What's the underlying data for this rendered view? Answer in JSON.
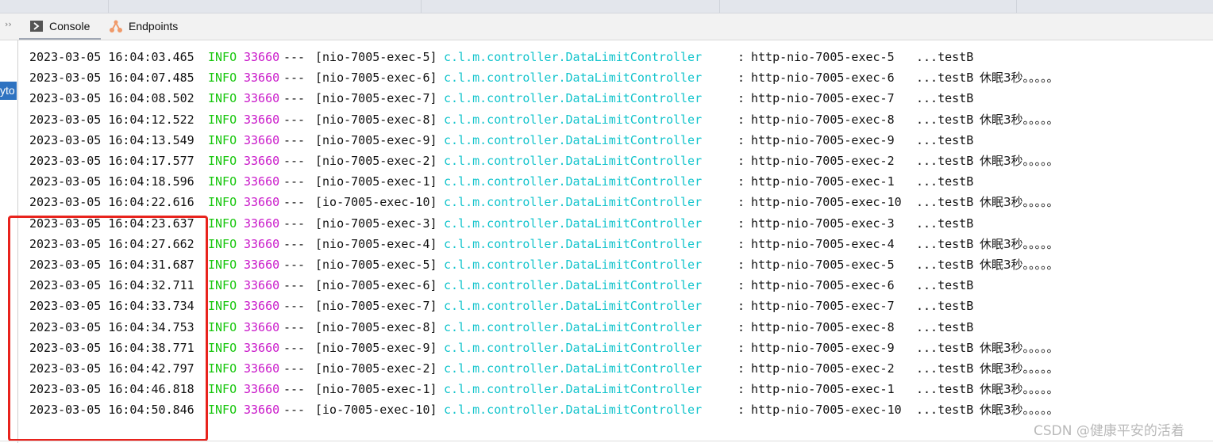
{
  "toolbar": {
    "tabs": [
      {
        "label": "Console",
        "icon": "console-icon"
      },
      {
        "label": "Endpoints",
        "icon": "endpoints-icon"
      }
    ],
    "overflow": "››"
  },
  "gutter": {
    "chip_text": "yto"
  },
  "colors": {
    "info": "#16c60c",
    "pid": "#c918c9",
    "logger": "#13c4cc",
    "highlight": "#e8231d"
  },
  "log": {
    "rows": [
      {
        "ts": "2023-03-05 16:04:03.465",
        "level": "INFO",
        "pid": "33660",
        "sep": "---",
        "thread": "[nio-7005-exec-5]",
        "logger": "c.l.m.controller.DataLimitController",
        "colon": ":",
        "http": "http-nio-7005-exec-5",
        "test": "...testB",
        "msg": ""
      },
      {
        "ts": "2023-03-05 16:04:07.485",
        "level": "INFO",
        "pid": "33660",
        "sep": "---",
        "thread": "[nio-7005-exec-6]",
        "logger": "c.l.m.controller.DataLimitController",
        "colon": ":",
        "http": "http-nio-7005-exec-6",
        "test": "...testB",
        "msg": "休眠3秒。。。。。"
      },
      {
        "ts": "2023-03-05 16:04:08.502",
        "level": "INFO",
        "pid": "33660",
        "sep": "---",
        "thread": "[nio-7005-exec-7]",
        "logger": "c.l.m.controller.DataLimitController",
        "colon": ":",
        "http": "http-nio-7005-exec-7",
        "test": "...testB",
        "msg": ""
      },
      {
        "ts": "2023-03-05 16:04:12.522",
        "level": "INFO",
        "pid": "33660",
        "sep": "---",
        "thread": "[nio-7005-exec-8]",
        "logger": "c.l.m.controller.DataLimitController",
        "colon": ":",
        "http": "http-nio-7005-exec-8",
        "test": "...testB",
        "msg": "休眠3秒。。。。。"
      },
      {
        "ts": "2023-03-05 16:04:13.549",
        "level": "INFO",
        "pid": "33660",
        "sep": "---",
        "thread": "[nio-7005-exec-9]",
        "logger": "c.l.m.controller.DataLimitController",
        "colon": ":",
        "http": "http-nio-7005-exec-9",
        "test": "...testB",
        "msg": ""
      },
      {
        "ts": "2023-03-05 16:04:17.577",
        "level": "INFO",
        "pid": "33660",
        "sep": "---",
        "thread": "[nio-7005-exec-2]",
        "logger": "c.l.m.controller.DataLimitController",
        "colon": ":",
        "http": "http-nio-7005-exec-2",
        "test": "...testB",
        "msg": "休眠3秒。。。。。"
      },
      {
        "ts": "2023-03-05 16:04:18.596",
        "level": "INFO",
        "pid": "33660",
        "sep": "---",
        "thread": "[nio-7005-exec-1]",
        "logger": "c.l.m.controller.DataLimitController",
        "colon": ":",
        "http": "http-nio-7005-exec-1",
        "test": "...testB",
        "msg": ""
      },
      {
        "ts": "2023-03-05 16:04:22.616",
        "level": "INFO",
        "pid": "33660",
        "sep": "---",
        "thread": "[io-7005-exec-10]",
        "logger": "c.l.m.controller.DataLimitController",
        "colon": ":",
        "http": "http-nio-7005-exec-10",
        "test": "...testB",
        "msg": "休眠3秒。。。。。"
      },
      {
        "ts": "2023-03-05 16:04:23.637",
        "level": "INFO",
        "pid": "33660",
        "sep": "---",
        "thread": "[nio-7005-exec-3]",
        "logger": "c.l.m.controller.DataLimitController",
        "colon": ":",
        "http": "http-nio-7005-exec-3",
        "test": "...testB",
        "msg": ""
      },
      {
        "ts": "2023-03-05 16:04:27.662",
        "level": "INFO",
        "pid": "33660",
        "sep": "---",
        "thread": "[nio-7005-exec-4]",
        "logger": "c.l.m.controller.DataLimitController",
        "colon": ":",
        "http": "http-nio-7005-exec-4",
        "test": "...testB",
        "msg": "休眠3秒。。。。。"
      },
      {
        "ts": "2023-03-05 16:04:31.687",
        "level": "INFO",
        "pid": "33660",
        "sep": "---",
        "thread": "[nio-7005-exec-5]",
        "logger": "c.l.m.controller.DataLimitController",
        "colon": ":",
        "http": "http-nio-7005-exec-5",
        "test": "...testB",
        "msg": "休眠3秒。。。。。"
      },
      {
        "ts": "2023-03-05 16:04:32.711",
        "level": "INFO",
        "pid": "33660",
        "sep": "---",
        "thread": "[nio-7005-exec-6]",
        "logger": "c.l.m.controller.DataLimitController",
        "colon": ":",
        "http": "http-nio-7005-exec-6",
        "test": "...testB",
        "msg": ""
      },
      {
        "ts": "2023-03-05 16:04:33.734",
        "level": "INFO",
        "pid": "33660",
        "sep": "---",
        "thread": "[nio-7005-exec-7]",
        "logger": "c.l.m.controller.DataLimitController",
        "colon": ":",
        "http": "http-nio-7005-exec-7",
        "test": "...testB",
        "msg": ""
      },
      {
        "ts": "2023-03-05 16:04:34.753",
        "level": "INFO",
        "pid": "33660",
        "sep": "---",
        "thread": "[nio-7005-exec-8]",
        "logger": "c.l.m.controller.DataLimitController",
        "colon": ":",
        "http": "http-nio-7005-exec-8",
        "test": "...testB",
        "msg": ""
      },
      {
        "ts": "2023-03-05 16:04:38.771",
        "level": "INFO",
        "pid": "33660",
        "sep": "---",
        "thread": "[nio-7005-exec-9]",
        "logger": "c.l.m.controller.DataLimitController",
        "colon": ":",
        "http": "http-nio-7005-exec-9",
        "test": "...testB",
        "msg": "休眠3秒。。。。。"
      },
      {
        "ts": "2023-03-05 16:04:42.797",
        "level": "INFO",
        "pid": "33660",
        "sep": "---",
        "thread": "[nio-7005-exec-2]",
        "logger": "c.l.m.controller.DataLimitController",
        "colon": ":",
        "http": "http-nio-7005-exec-2",
        "test": "...testB",
        "msg": "休眠3秒。。。。。"
      },
      {
        "ts": "2023-03-05 16:04:46.818",
        "level": "INFO",
        "pid": "33660",
        "sep": "---",
        "thread": "[nio-7005-exec-1]",
        "logger": "c.l.m.controller.DataLimitController",
        "colon": ":",
        "http": "http-nio-7005-exec-1",
        "test": "...testB",
        "msg": "休眠3秒。。。。。"
      },
      {
        "ts": "2023-03-05 16:04:50.846",
        "level": "INFO",
        "pid": "33660",
        "sep": "---",
        "thread": "[io-7005-exec-10]",
        "logger": "c.l.m.controller.DataLimitController",
        "colon": ":",
        "http": "http-nio-7005-exec-10",
        "test": "...testB",
        "msg": "休眠3秒。。。。。"
      }
    ]
  },
  "watermark": "CSDN @健康平安的活着"
}
